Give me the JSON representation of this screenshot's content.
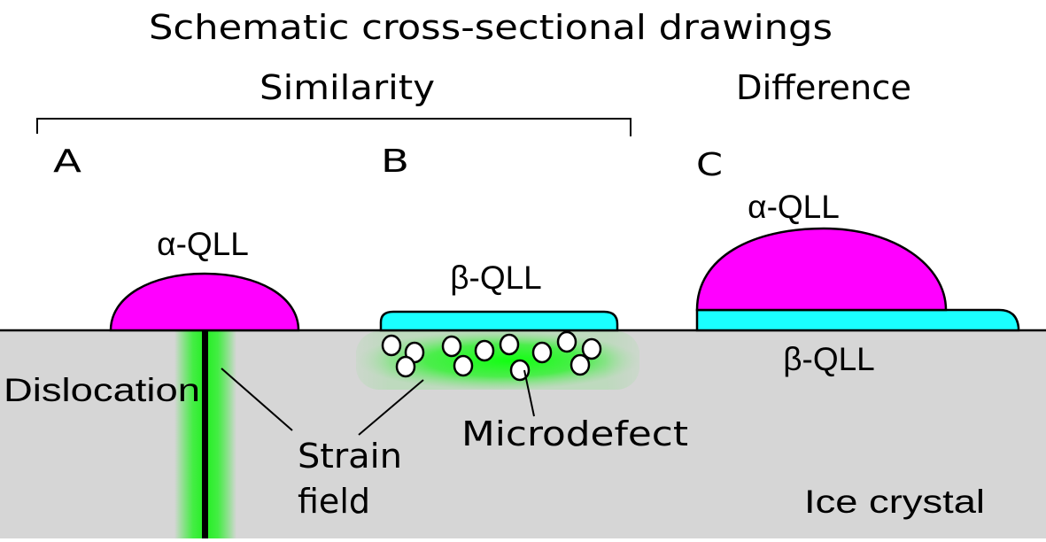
{
  "title": "Schematic cross-sectional drawings",
  "groups": {
    "similarity": "Similarity",
    "difference": "Difference"
  },
  "panels": {
    "A": {
      "label": "A",
      "qll_label": "α-QLL",
      "defect_label": "Dislocation"
    },
    "B": {
      "label": "B",
      "qll_label": "β-QLL",
      "defect_label": "Microdefect"
    },
    "C": {
      "label": "C",
      "upper_qll_label": "α-QLL",
      "lower_qll_label": "β-QLL"
    }
  },
  "shared_labels": {
    "strain_line1": "Strain",
    "strain_line2": "field",
    "substrate": "Ice crystal"
  },
  "colors": {
    "alpha_qll": "#ff00ff",
    "beta_qll": "#1affff",
    "ice": "#d6d6d6",
    "strain": "#22ee22",
    "outline": "#000000",
    "microdefect": "#ffffff"
  }
}
